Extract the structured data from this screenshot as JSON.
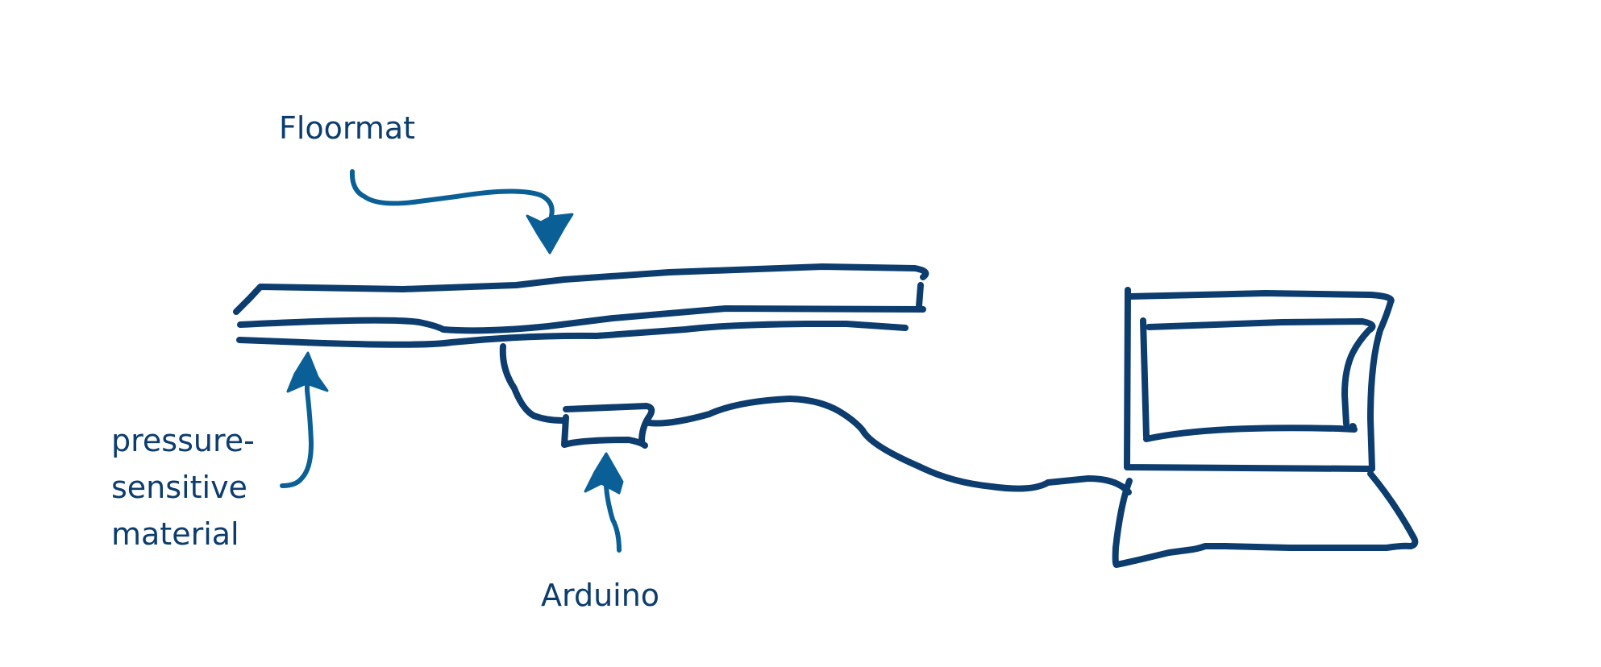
{
  "labels": {
    "floormat": "Floormat",
    "pressure_line1": "pressure-",
    "pressure_line2": "sensitive",
    "pressure_line3": "material",
    "arduino": "Arduino"
  },
  "colors": {
    "ink": "#0c3d6e",
    "arrow": "#0a6096",
    "background": "#ffffff"
  }
}
